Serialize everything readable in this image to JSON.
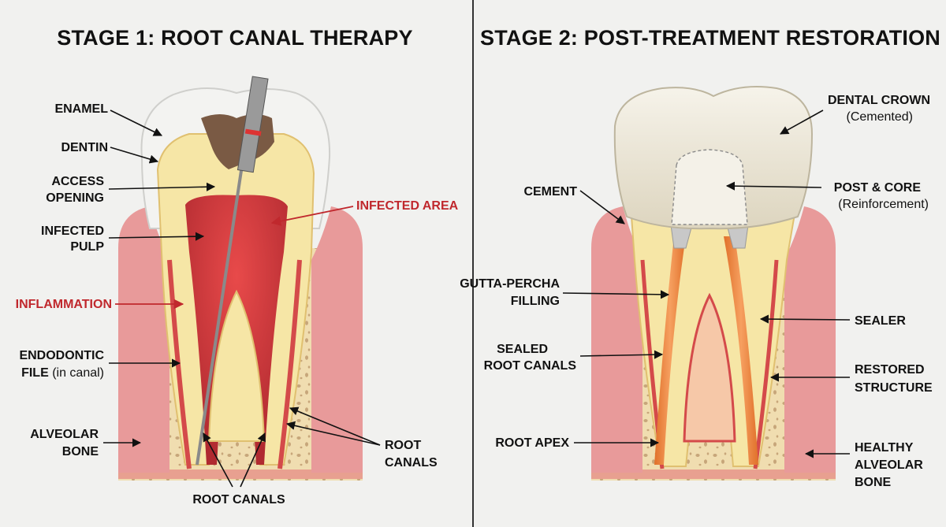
{
  "colors": {
    "background": "#f1f1ef",
    "divider": "#333333",
    "label": "#111111",
    "label_alert": "#c0282d",
    "enamel": "#f3f3f1",
    "dentin": "#f6e6a6",
    "dentin_edge": "#e0c070",
    "pulp_infected": "#c8333a",
    "gum": "#e89a9a",
    "bone": "#f0ddb0",
    "bone_spot": "#c7a67a",
    "crown": "#ece6d4",
    "gutta_percha": "#f08a3c",
    "post": "#c8c8c8"
  },
  "stage1": {
    "title": "STAGE 1: ROOT CANAL THERAPY",
    "labels": {
      "enamel": "ENAMEL",
      "dentin": "DENTIN",
      "access_1": "ACCESS",
      "access_2": "OPENING",
      "infected_pulp_1": "INFECTED",
      "infected_pulp_2": "PULP",
      "infected_area": "INFECTED AREA",
      "inflammation": "INFLAMMATION",
      "file_1": "ENDODONTIC",
      "file_2a": "FILE",
      "file_2b": " (in canal)",
      "bone_1": "ALVEOLAR",
      "bone_2": "BONE",
      "root_canals_r1": "ROOT",
      "root_canals_r2": "CANALS",
      "root_canals_bottom": "ROOT CANALS"
    }
  },
  "stage2": {
    "title": "STAGE 2: POST-TREATMENT RESTORATION",
    "labels": {
      "crown_1": "DENTAL CROWN",
      "crown_2": "(Cemented)",
      "cement": "CEMENT",
      "post_1": "POST & CORE",
      "post_2": "(Reinforcement)",
      "gutta_1": "GUTTA-PERCHA",
      "gutta_2": "FILLING",
      "sealer": "SEALER",
      "sealed_1": "SEALED",
      "sealed_2": "ROOT CANALS",
      "restored_1": "RESTORED",
      "restored_2": "STRUCTURE",
      "apex": "ROOT APEX",
      "healthy_1": "HEALTHY",
      "healthy_2": "ALVEOLAR",
      "healthy_3": "BONE"
    }
  }
}
